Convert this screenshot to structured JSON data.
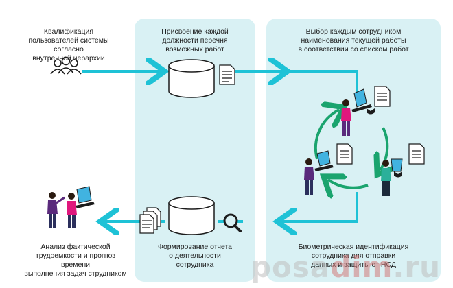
{
  "colors": {
    "panel": "#d9f1f4",
    "flow_arrow": "#1ec2d6",
    "cycle_arrow": "#1aa46e",
    "database": "#ffffff",
    "person_pink": "#e0177d",
    "person_purple": "#5a2a7c",
    "person_green": "#2bb09a",
    "laptop": "#41b3e0"
  },
  "labels": {
    "step1": "Квалификация\nпользователей системы согласно\nвнутренней иерархии",
    "step2": "Присвоение каждой\nдолжности перечня\nвозможных работ",
    "step3": "Выбор каждым сотрудником\nнаименования текущей работы\nв соответствии со списком работ",
    "step4": "Биометрическая идентификация\nсотрудника для отправки\nданных и защиты от НСД",
    "step5": "Формирование отчета\nо деятельности\nсотрудника",
    "step6": "Анализ фактической\nтрудоемкости и прогноз времени\nвыполнения задач струдником"
  },
  "watermark": {
    "text_a": "posa",
    "text_b": "dim",
    "text_c": ".ru"
  },
  "icons": [
    "users-icon",
    "database-icon",
    "document-icon",
    "magnifier-icon",
    "documents-stack-icon",
    "person-laptop-icon",
    "cycle-arrows-icon"
  ]
}
